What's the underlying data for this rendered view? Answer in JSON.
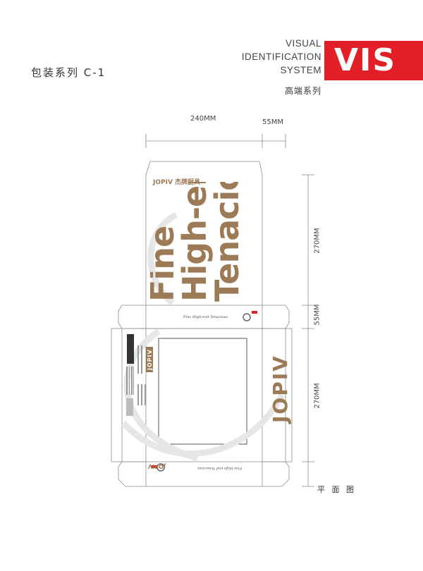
{
  "header": {
    "page_title": "包装系列 C-1",
    "vis_lines": [
      "VISUAL",
      "IDENTIFICATION",
      "SYSTEM"
    ],
    "vis_badge": "VIS",
    "vis_subtitle": "高端系列"
  },
  "dimensions": {
    "width_top": "240MM",
    "depth_top": "55MM",
    "height_upper": "270MM",
    "depth_middle": "55MM",
    "height_lower": "270MM"
  },
  "box": {
    "brand_top": "JOPIV 杰牌厨具",
    "slogan_lines": [
      "Fine",
      "High-end",
      "Tenacious"
    ],
    "script_band": "Fine High-end Tenacious",
    "side_brand": "JOPIV",
    "brand_bottom": "JOPIV"
  },
  "footer": {
    "plan_label": "平 面 图"
  },
  "colors": {
    "accent_red": "#e21f26",
    "brand_bronze": "#9b7a55",
    "line_gray": "#8a8a8a"
  }
}
